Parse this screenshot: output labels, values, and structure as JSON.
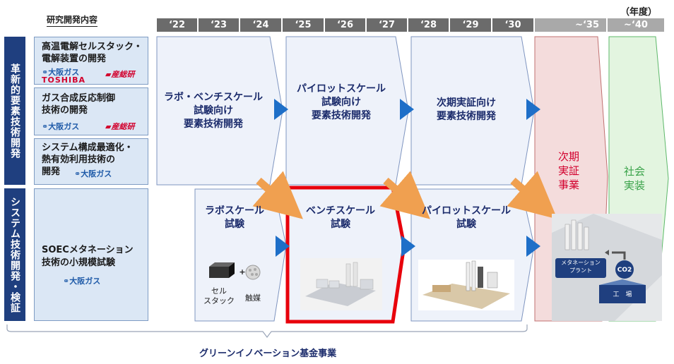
{
  "unit_label": "（年度）",
  "research_header": "研究開発内容",
  "years": [
    "‘22",
    "‘23",
    "‘24",
    "‘25",
    "‘26",
    "‘27",
    "‘28",
    "‘29",
    "‘30",
    "~‘35",
    "~‘40"
  ],
  "categories": {
    "element_tech": "革新的要素技術開発",
    "system_tech": "システム技術開発・検証"
  },
  "items": [
    {
      "lines": [
        "高温電解セルスタック・",
        "電解装置の開発"
      ],
      "orgs": [
        "大阪ガス",
        "産総研",
        "TOSHIBA"
      ]
    },
    {
      "lines": [
        "ガス合成反応制御",
        "技術の開発"
      ],
      "orgs": [
        "大阪ガス",
        "産総研"
      ]
    },
    {
      "lines": [
        "システム構成最適化・",
        "熱有効利用技術の",
        "開発"
      ],
      "orgs": [
        "大阪ガス"
      ]
    },
    {
      "lines": [
        "SOECメタネーション",
        "技術の小規模試験"
      ],
      "orgs": [
        "大阪ガス"
      ]
    }
  ],
  "stages_top": [
    {
      "lines": [
        "ラボ・ベンチスケール",
        "試験向け",
        "要素技術開発"
      ]
    },
    {
      "lines": [
        "パイロットスケール",
        "試験向け",
        "要素技術開発"
      ]
    },
    {
      "lines": [
        "次期実証向け",
        "要素技術開発"
      ]
    }
  ],
  "stages_bottom": [
    {
      "lines": [
        "ラボスケール",
        "試験"
      ]
    },
    {
      "lines": [
        "ベンチスケール",
        "試験"
      ]
    },
    {
      "lines": [
        "パイロットスケール",
        "試験"
      ]
    }
  ],
  "lab_labels": {
    "cell_stack": [
      "セル",
      "スタック"
    ],
    "catalyst": "触媒",
    "plus": "+"
  },
  "next_demo": [
    "次期",
    "実証",
    "事業"
  ],
  "social": [
    "社会",
    "実装"
  ],
  "plant_labels": {
    "methanation": [
      "メタネーション",
      "プラント"
    ],
    "co2": "CO2",
    "factory": "工　場"
  },
  "bottom_label": "グリーンイノベーション基金事業",
  "colors": {
    "navy": "#1f3f7f",
    "arrow_blue": "#1e6fc8",
    "arrow_orange": "#f0a050",
    "highlight_red": "#e8000b",
    "next_bg": "#f4dcdc",
    "next_text": "#d2002d",
    "social_bg": "#e3f5e0",
    "social_text": "#3aa34a"
  }
}
